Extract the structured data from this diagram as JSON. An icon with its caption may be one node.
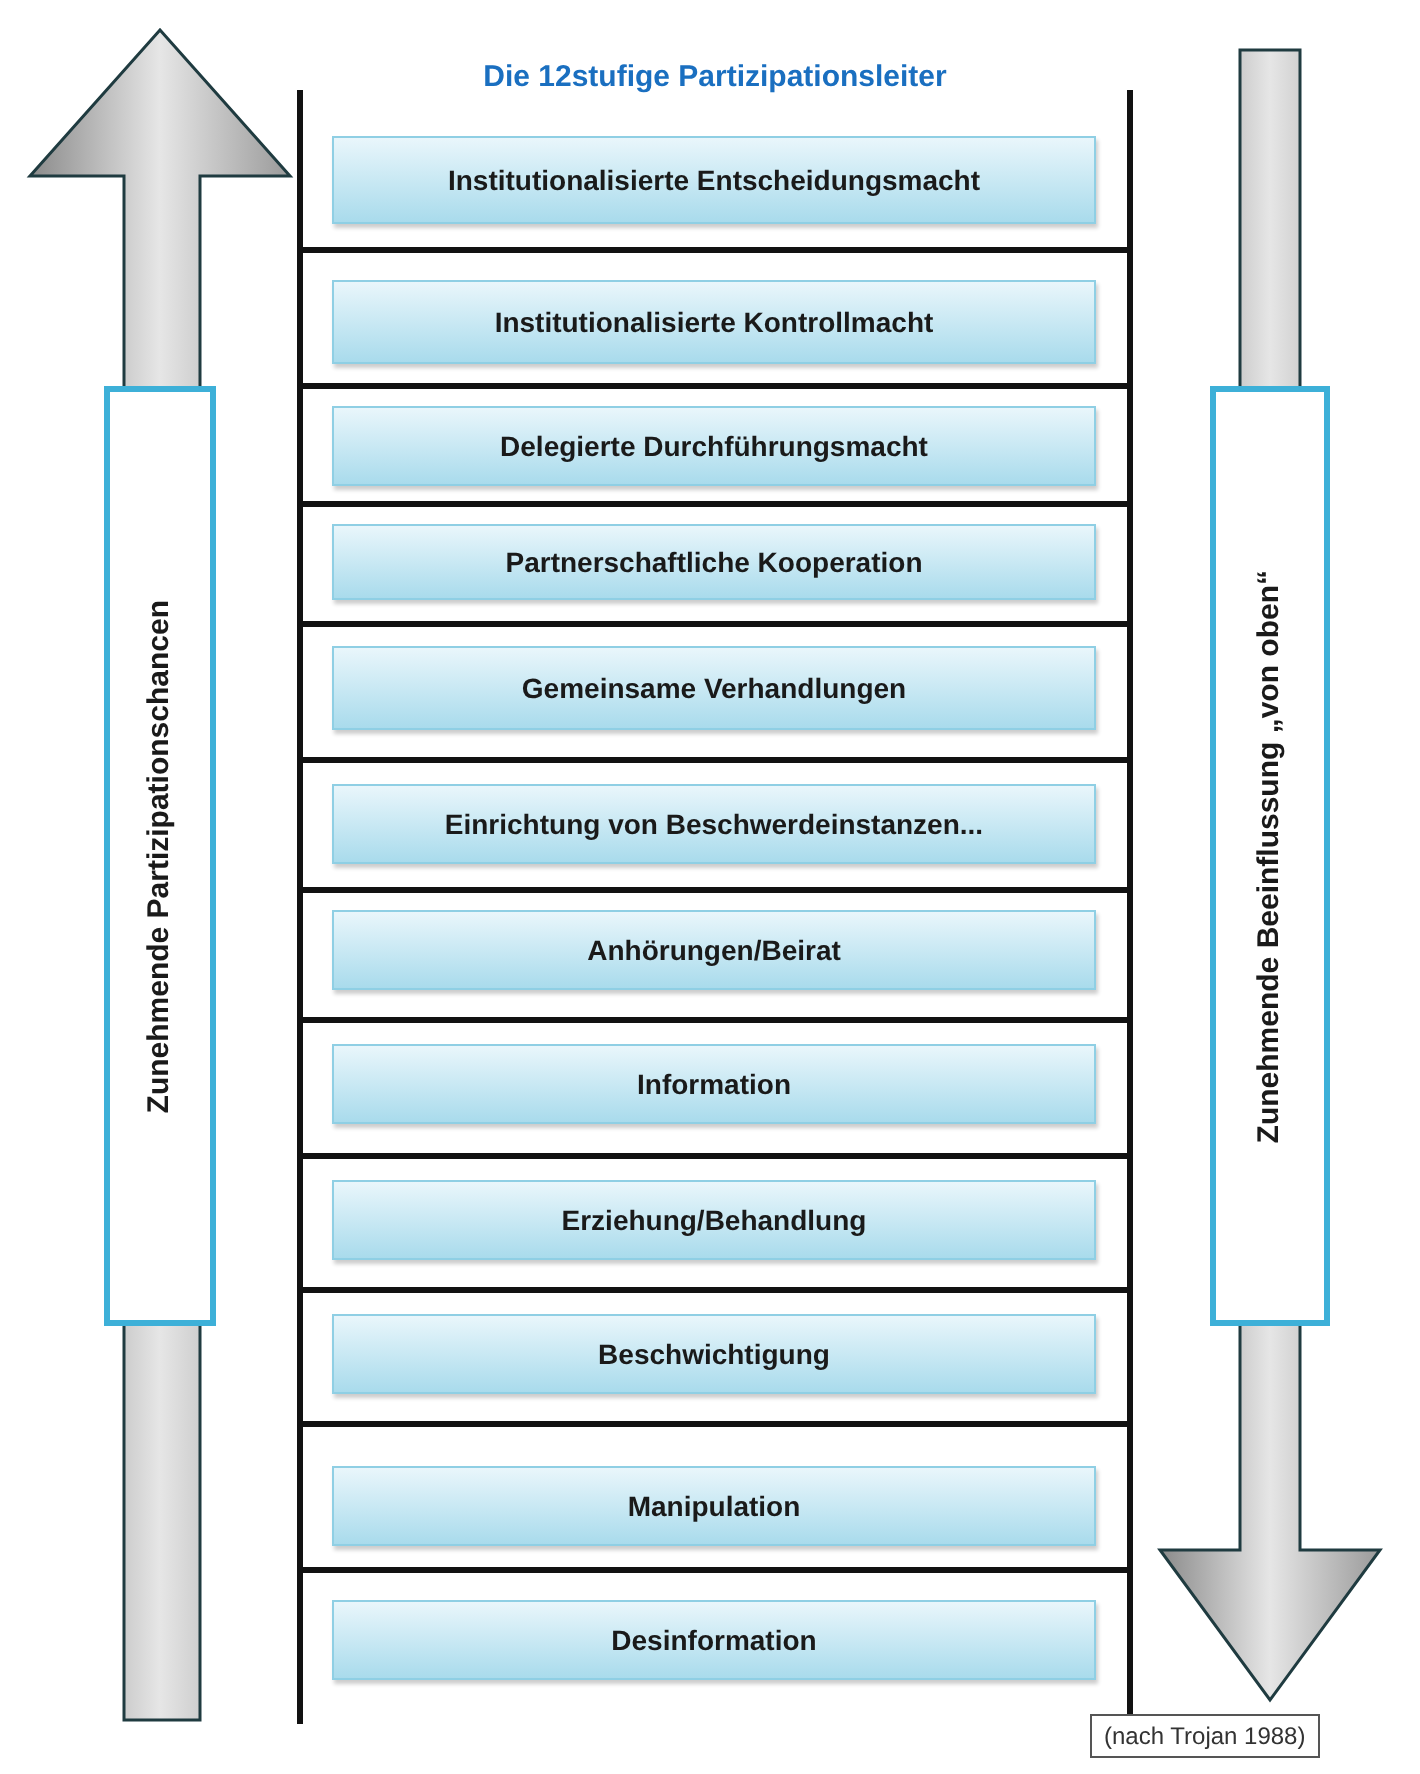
{
  "diagram": {
    "title": "Die 12stufige Partizipationsleiter",
    "nodes": [
      {
        "text": [
          "Institutionalisierte Entscheidungsmacht"
        ]
      },
      {
        "text": [
          "Institutionalisierte Kontrollmacht"
        ]
      },
      {
        "text": [
          "Delegierte Durchführungsmacht"
        ]
      },
      {
        "text": [
          "Partnerschaftliche Kooperation"
        ]
      },
      {
        "text": [
          "Gemeinsame Verhandlungen"
        ]
      },
      {
        "text": [
          "Einrichtung von Beschwerdeinstanzen..."
        ]
      },
      {
        "text": [
          "Anhörungen/Beirat"
        ]
      },
      {
        "text": [
          "Information"
        ]
      },
      {
        "text": [
          "Erziehung/Behandlung"
        ]
      },
      {
        "text": [
          "Beschwichtigung"
        ]
      },
      {
        "text": [
          "Manipulation"
        ]
      },
      {
        "text": [
          "Desinformation"
        ]
      },
      {
        "text": [
          "Zunehmende Partizipationschancen"
        ]
      },
      {
        "text": [
          "Zunehmende Beeinflussung „von oben“"
        ]
      },
      {
        "text": [
          "(nach Trojan 1988)"
        ]
      }
    ],
    "edges": []
  }
}
